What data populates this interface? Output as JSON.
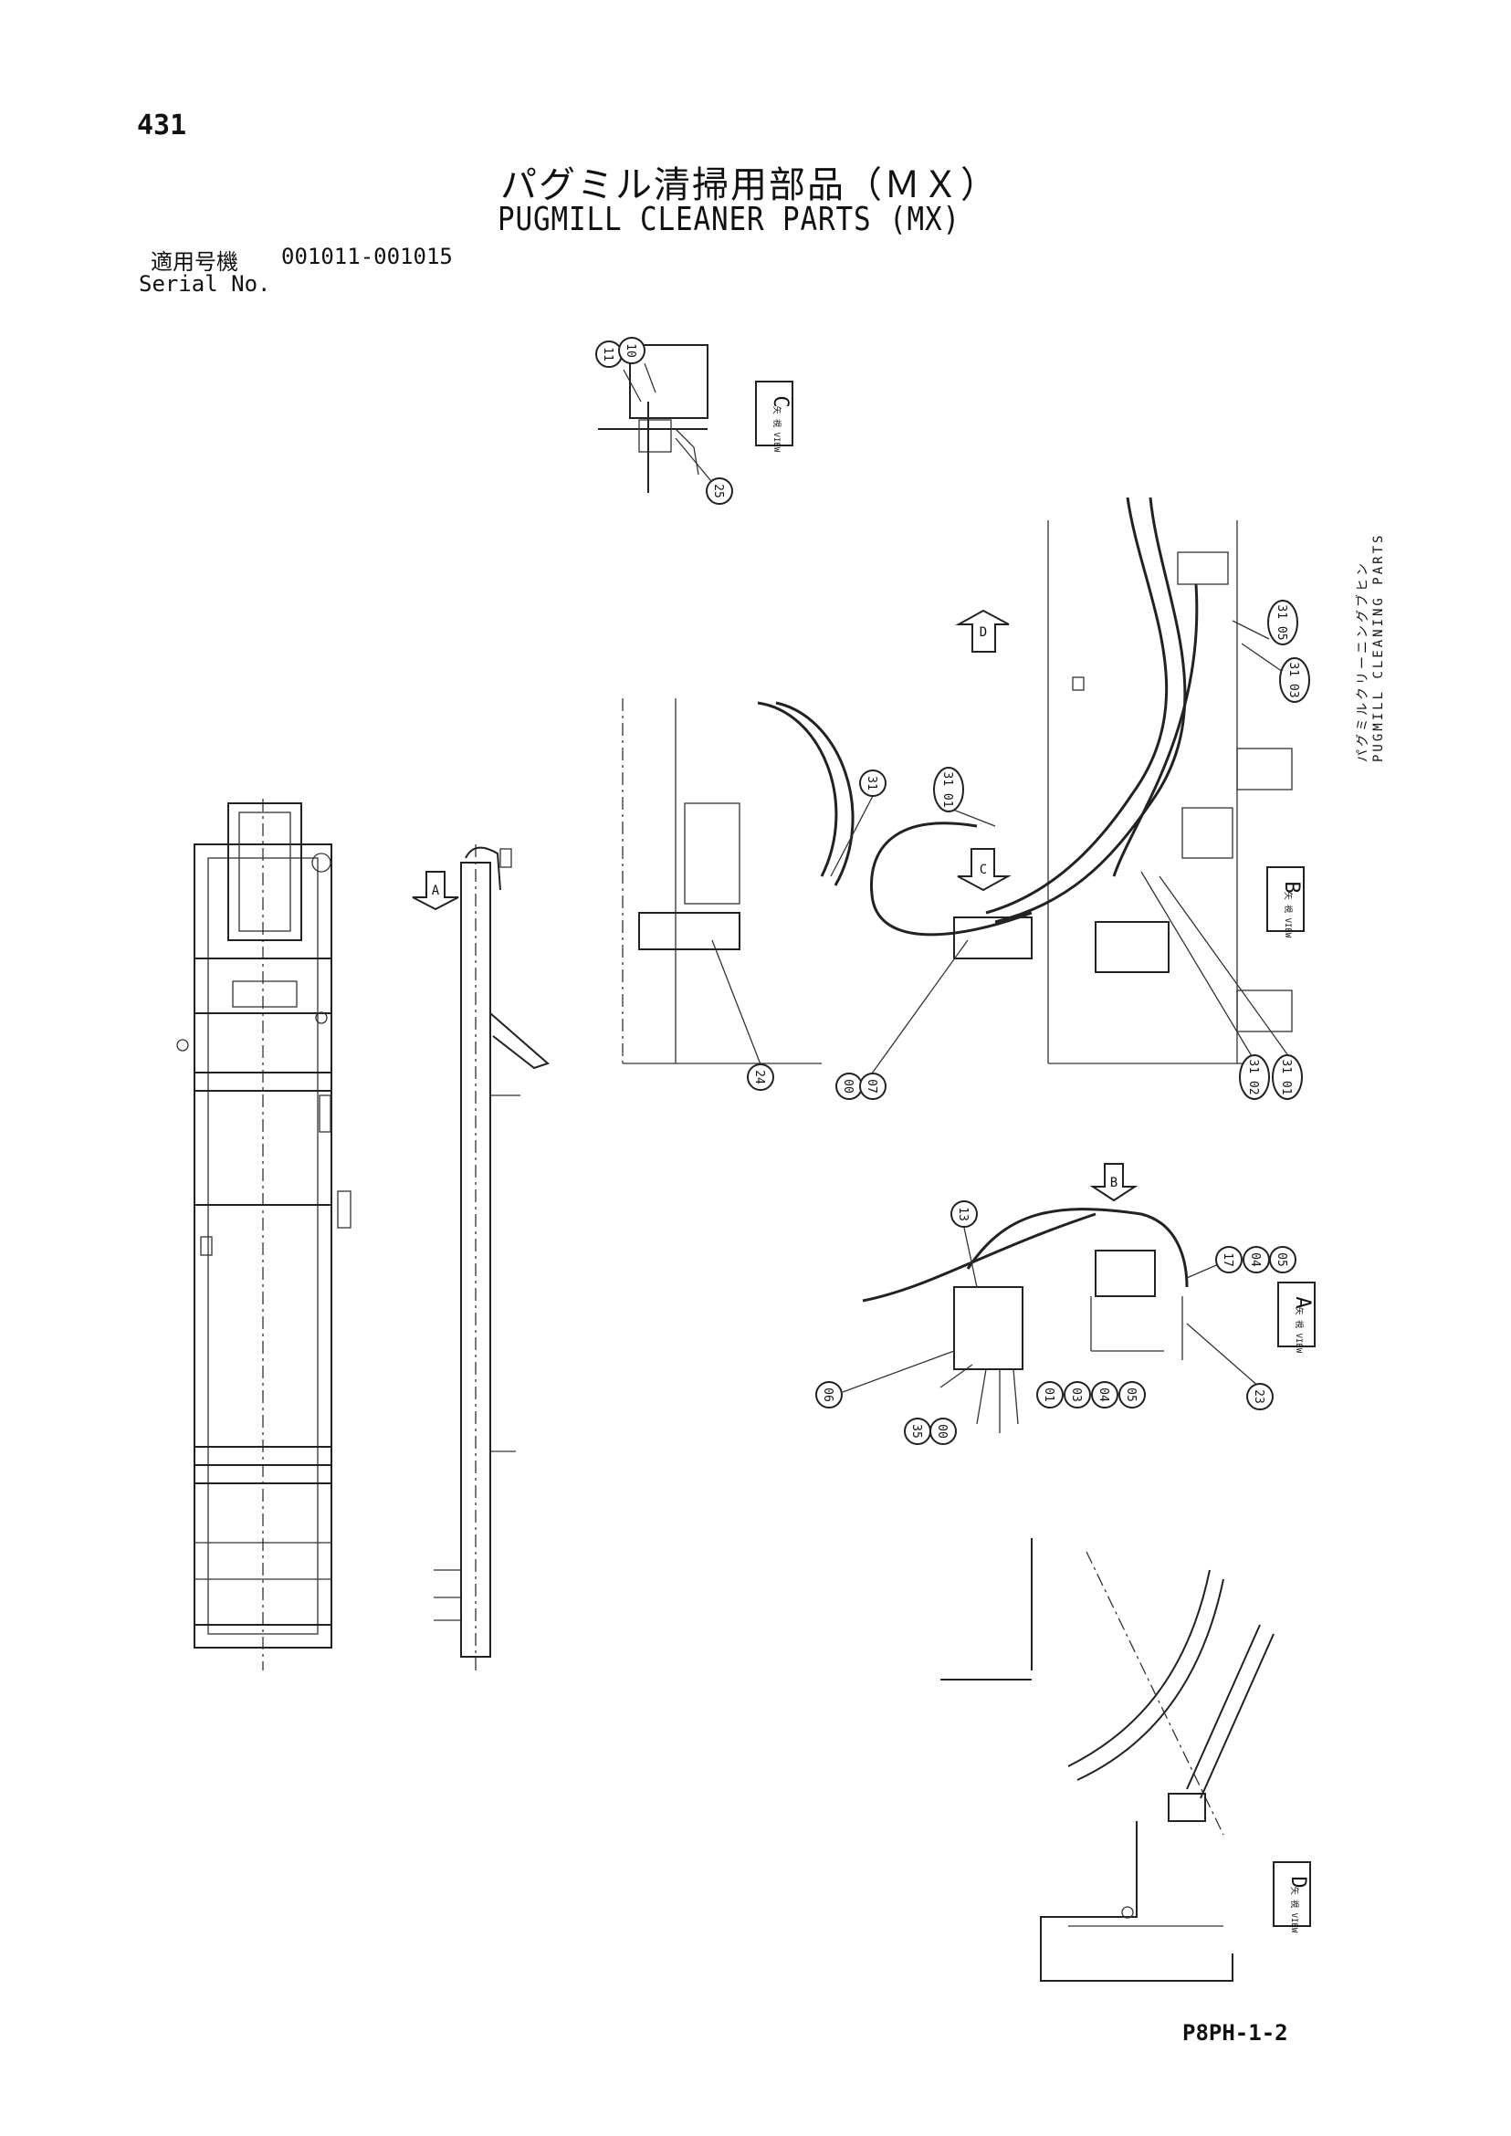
{
  "header": {
    "page_number": "431",
    "title_ja": "パグミル清掃用部品（ＭＸ）",
    "title_en": "PUGMILL CLEANER PARTS (MX)",
    "serial_label_ja": "適用号機",
    "serial_range": "001011-001015",
    "serial_label_en": "Serial No."
  },
  "side_caption": {
    "ja": "パグミルクリーニングブヒン",
    "en": "PUGMILL CLEANING PARTS"
  },
  "view_labels": {
    "c": {
      "letter": "C",
      "text": "矢 視 VIEW"
    },
    "b": {
      "letter": "B",
      "text": "矢 視 VIEW"
    },
    "a": {
      "letter": "A",
      "text": "矢 視 VIEW"
    },
    "d": {
      "letter": "D",
      "text": "矢 視 VIEW"
    }
  },
  "arrow_marks": {
    "a": "A",
    "b": "B",
    "c": "C",
    "d": "D"
  },
  "callouts": [
    {
      "id": "c11",
      "label": "11"
    },
    {
      "id": "c10",
      "label": "10"
    },
    {
      "id": "c25",
      "label": "25"
    },
    {
      "id": "c31a",
      "label": "31"
    },
    {
      "id": "c31b",
      "label": "31 01"
    },
    {
      "id": "c31c",
      "label": "31 05"
    },
    {
      "id": "c31d",
      "label": "31 03"
    },
    {
      "id": "c24",
      "label": "24"
    },
    {
      "id": "c00a",
      "label": "00"
    },
    {
      "id": "c07",
      "label": "07"
    },
    {
      "id": "c31e",
      "label": "31 02"
    },
    {
      "id": "c31f",
      "label": "31 01"
    },
    {
      "id": "c13",
      "label": "13"
    },
    {
      "id": "c17",
      "label": "17"
    },
    {
      "id": "c04a",
      "label": "04"
    },
    {
      "id": "c05a",
      "label": "05"
    },
    {
      "id": "c06",
      "label": "06"
    },
    {
      "id": "c35",
      "label": "35"
    },
    {
      "id": "c00b",
      "label": "00"
    },
    {
      "id": "c01",
      "label": "01"
    },
    {
      "id": "c03",
      "label": "03"
    },
    {
      "id": "c04b",
      "label": "04"
    },
    {
      "id": "c05b",
      "label": "05"
    },
    {
      "id": "c23",
      "label": "23"
    }
  ],
  "footer": {
    "doc_code": "P8PH-1-2"
  }
}
